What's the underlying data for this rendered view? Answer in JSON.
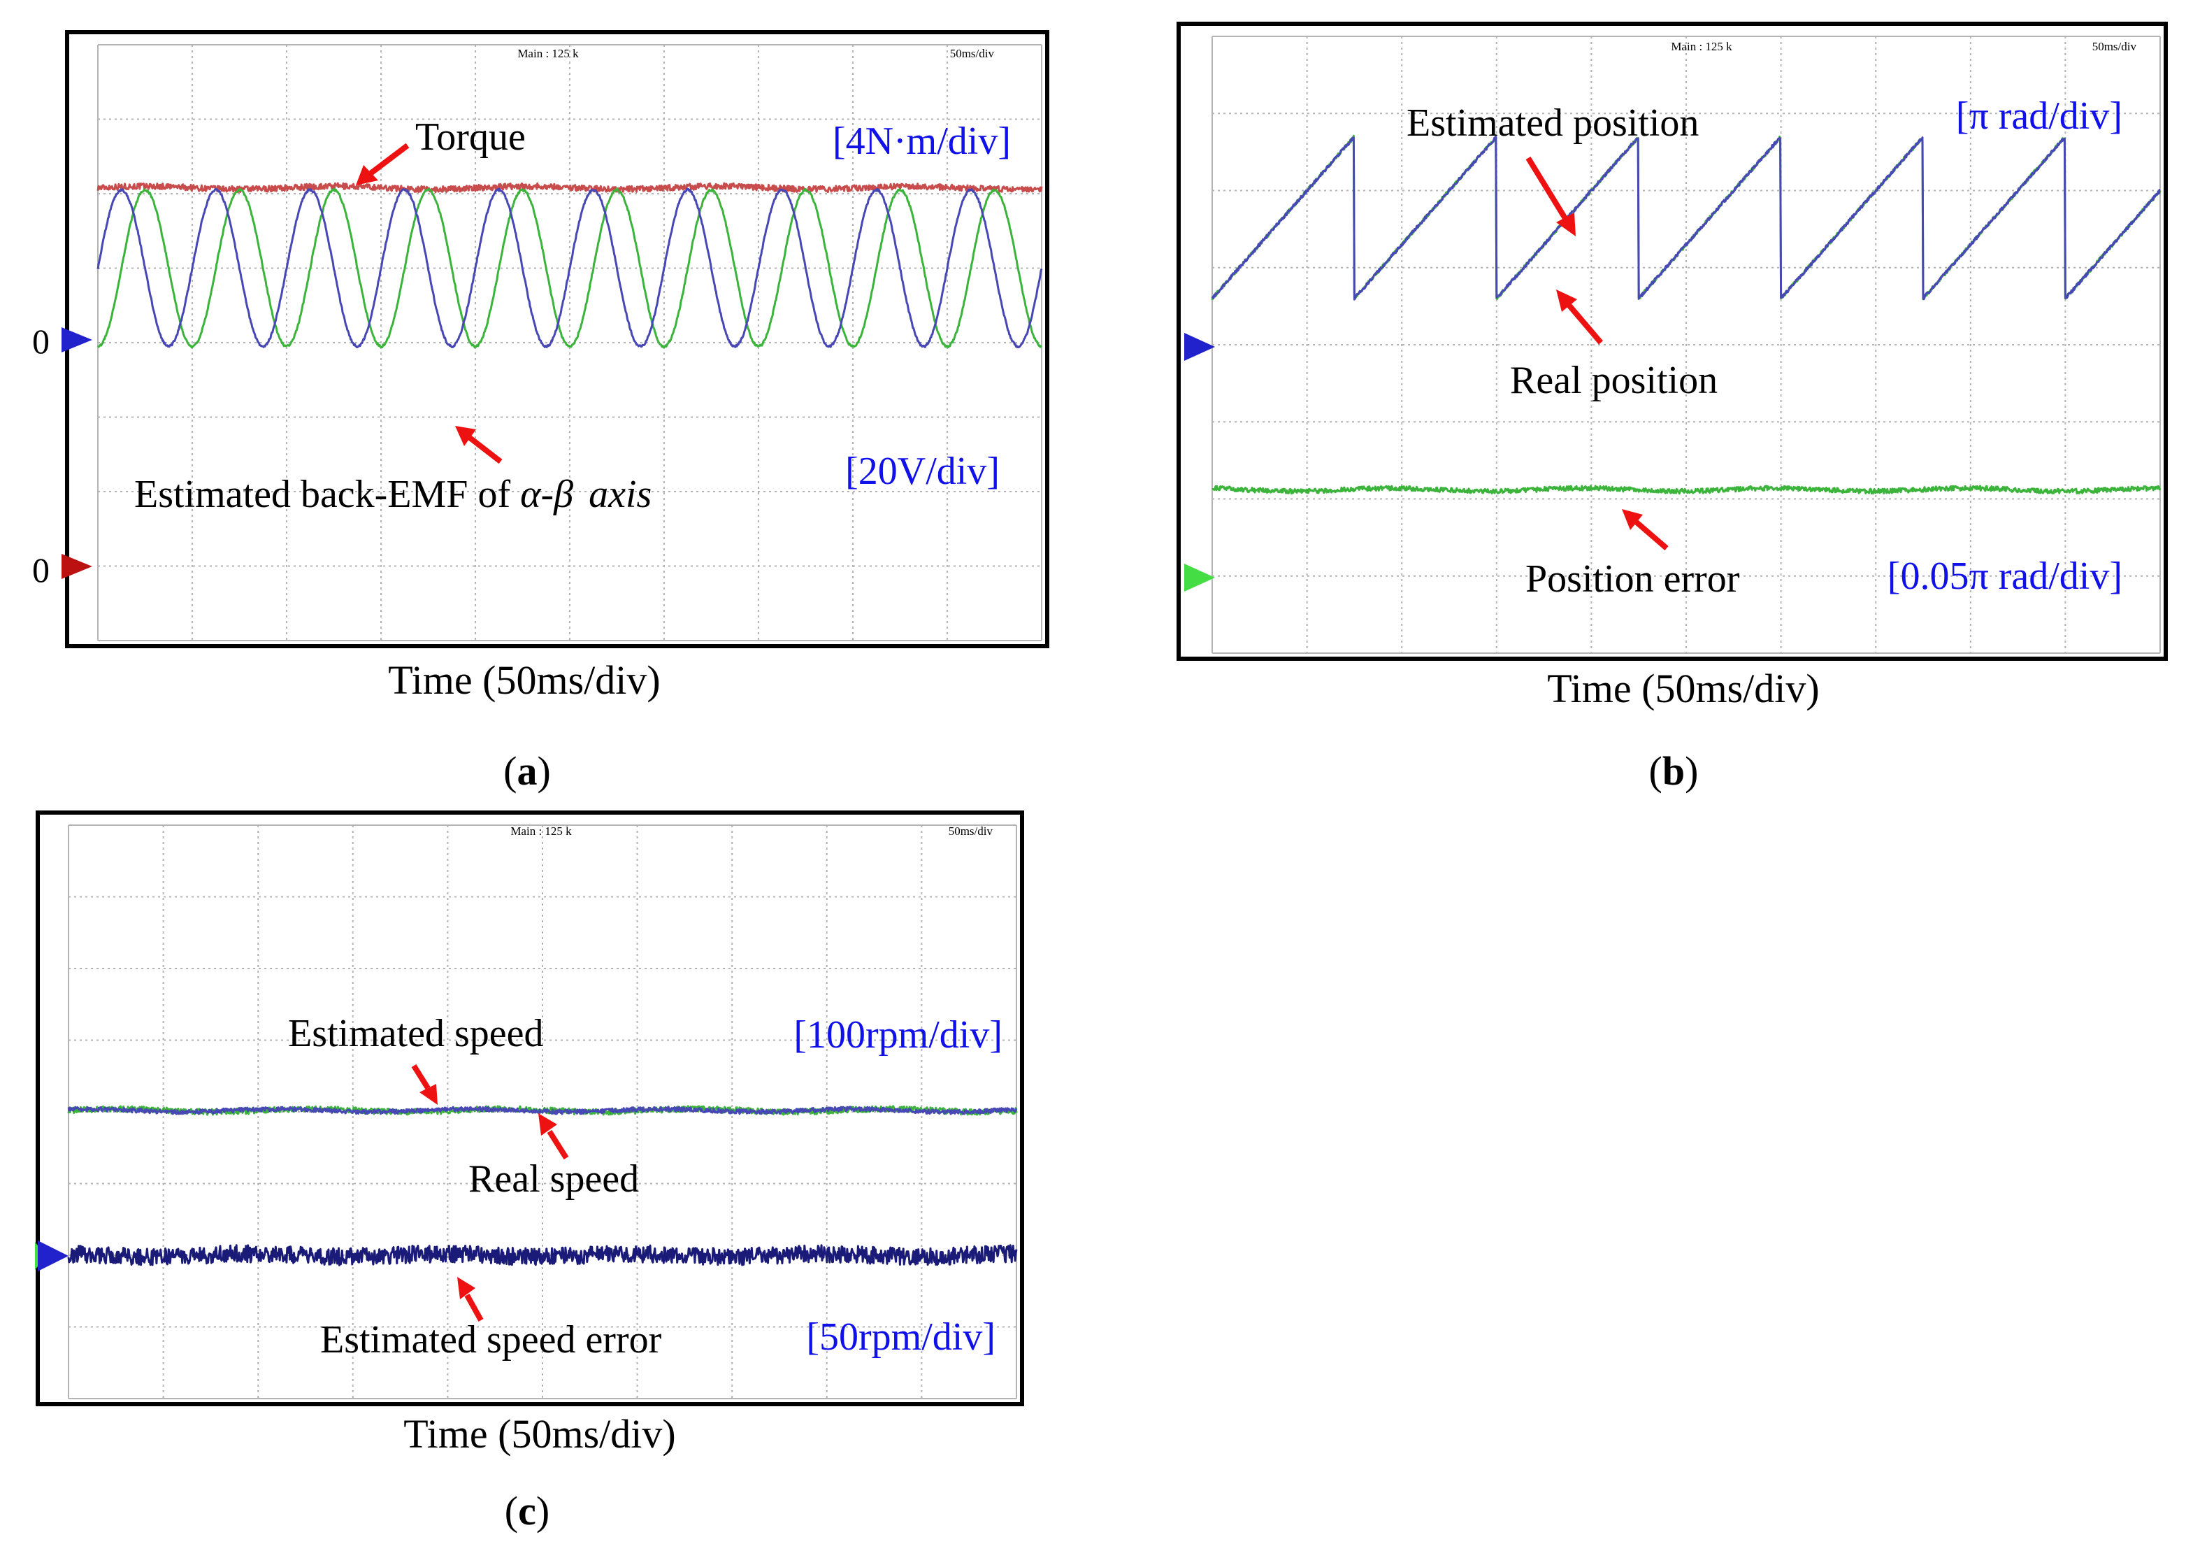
{
  "colors": {
    "annotation_blue": "#1010e8",
    "arrow_red": "#ee1111",
    "trace_red": "#c84c4c",
    "trace_blue": "#4848b4",
    "trace_green": "#3cb43c",
    "trace_navy": "#1a1a78",
    "marker_blue": "#2222cc",
    "marker_red": "#bb1111",
    "marker_green": "#44dd44",
    "grid": "#b4b4b4",
    "frame": "#000000"
  },
  "panels": [
    {
      "id": "a",
      "label_open": "(",
      "label_letter": "a",
      "label_close": ")",
      "xlabel": "Time (50ms/div)",
      "header_center": "Main : 125 k",
      "header_right": "50ms/div",
      "zero_labels": [
        "0",
        "0"
      ],
      "traces": [
        {
          "name": "Torque",
          "color": "trace_red",
          "kind": "flat",
          "level_div": 6.08,
          "noise_div": 0.04
        },
        {
          "name": "Estimated back-EMF of α-β axis (α)",
          "color": "trace_green",
          "kind": "sine",
          "offset_div": 5.0,
          "amplitude_div": 1.05,
          "periods_per_div": 1.0,
          "phase_deg": -90
        },
        {
          "name": "Estimated back-EMF of α-β axis (β)",
          "color": "trace_blue",
          "kind": "sine",
          "offset_div": 5.0,
          "amplitude_div": 1.05,
          "periods_per_div": 1.0,
          "phase_deg": 0
        }
      ],
      "annotations": [
        {
          "text": "Torque"
        },
        {
          "text_main": "Estimated back-EMF of ",
          "text_alpha": "α",
          "text_dash": "-",
          "text_beta": "β",
          "text_axis": "axis"
        }
      ],
      "scales": [
        "[4N·m/div]",
        "[20V/div]"
      ]
    },
    {
      "id": "b",
      "label_open": "(",
      "label_letter": "b",
      "label_close": ")",
      "xlabel": "Time (50ms/div)",
      "header_center": "Main : 125 k",
      "header_right": "50ms/div",
      "traces": [
        {
          "name": "Estimated position",
          "color": "trace_green",
          "kind": "sawtooth",
          "low_div": 4.6,
          "high_div": 6.7,
          "period_div": 1.5
        },
        {
          "name": "Real position",
          "color": "trace_blue",
          "kind": "sawtooth",
          "low_div": 4.6,
          "high_div": 6.7,
          "period_div": 1.5
        },
        {
          "name": "Position error",
          "color": "trace_green",
          "kind": "flat",
          "level_div": 2.12,
          "noise_div": 0.03
        }
      ],
      "annotations": [
        {
          "text": "Estimated position"
        },
        {
          "text": "Real position"
        },
        {
          "text": "Position error"
        }
      ],
      "scales": [
        "[π rad/div]",
        "[0.05π rad/div]"
      ]
    },
    {
      "id": "c",
      "label_open": "(",
      "label_letter": "c",
      "label_close": ")",
      "xlabel": "Time (50ms/div)",
      "header_center": "Main : 125 k",
      "header_right": "50ms/div",
      "traces": [
        {
          "name": "Estimated speed",
          "color": "trace_green",
          "kind": "flat",
          "level_div": 4.02,
          "noise_div": 0.04
        },
        {
          "name": "Real speed",
          "color": "trace_blue",
          "kind": "flat",
          "level_div": 4.02,
          "noise_div": 0.03
        },
        {
          "name": "Estimated speed error",
          "color": "trace_navy",
          "kind": "flat",
          "level_div": 2.0,
          "noise_div": 0.12
        }
      ],
      "annotations": [
        {
          "text": "Estimated speed"
        },
        {
          "text": "Real speed"
        },
        {
          "text": "Estimated speed error"
        }
      ],
      "scales": [
        "[100rpm/div]",
        "[50rpm/div]"
      ]
    }
  ]
}
